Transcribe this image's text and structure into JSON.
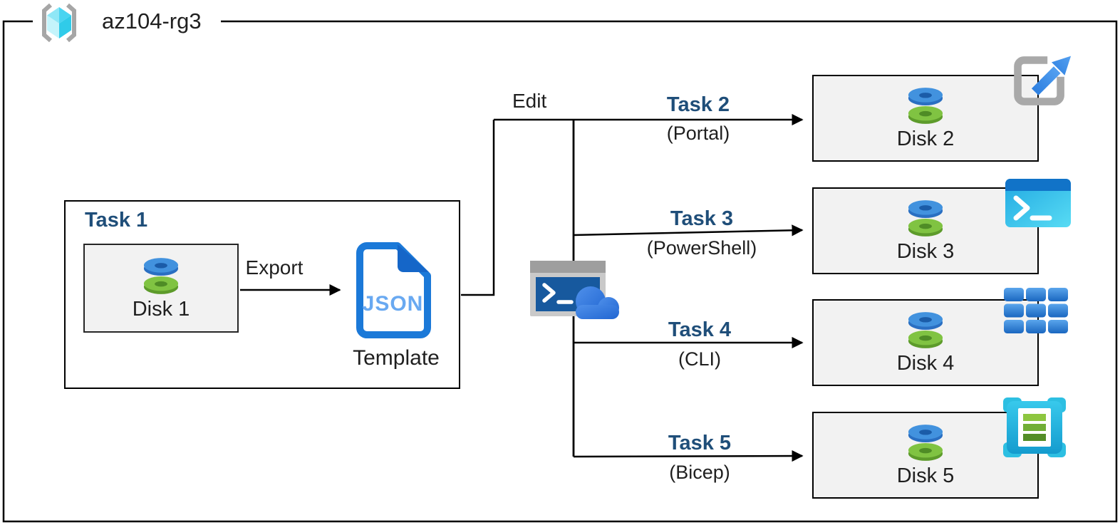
{
  "title": "az104-rg3",
  "task1": {
    "label": "Task 1",
    "disk": "Disk 1",
    "export_label": "Export",
    "json_label": "JSON",
    "template_label": "Template"
  },
  "edit_label": "Edit",
  "branches": [
    {
      "task": "Task 2",
      "method": "(Portal)",
      "disk": "Disk 2",
      "tool_icon": "azure-portal-icon"
    },
    {
      "task": "Task 3",
      "method": "(PowerShell)",
      "disk": "Disk 3",
      "tool_icon": "powershell-icon"
    },
    {
      "task": "Task 4",
      "method": "(CLI)",
      "disk": "Disk 4",
      "tool_icon": "azure-cli-icon"
    },
    {
      "task": "Task 5",
      "method": "(Bicep)",
      "disk": "Disk 5",
      "tool_icon": "bicep-template-icon"
    }
  ],
  "icons": {
    "resource_group": "resource-group-icon",
    "disk": "managed-disk-icon",
    "json_document": "json-template-icon",
    "cloud_shell": "cloud-shell-icon"
  },
  "colors": {
    "task_label": "#1f4e79",
    "box_fill": "#f2f2f2",
    "line": "#000000",
    "azure_blue": "#1b79d8",
    "disk_blue": "#4292de",
    "disk_green": "#80c342",
    "cyan": "#2dbfe2"
  }
}
